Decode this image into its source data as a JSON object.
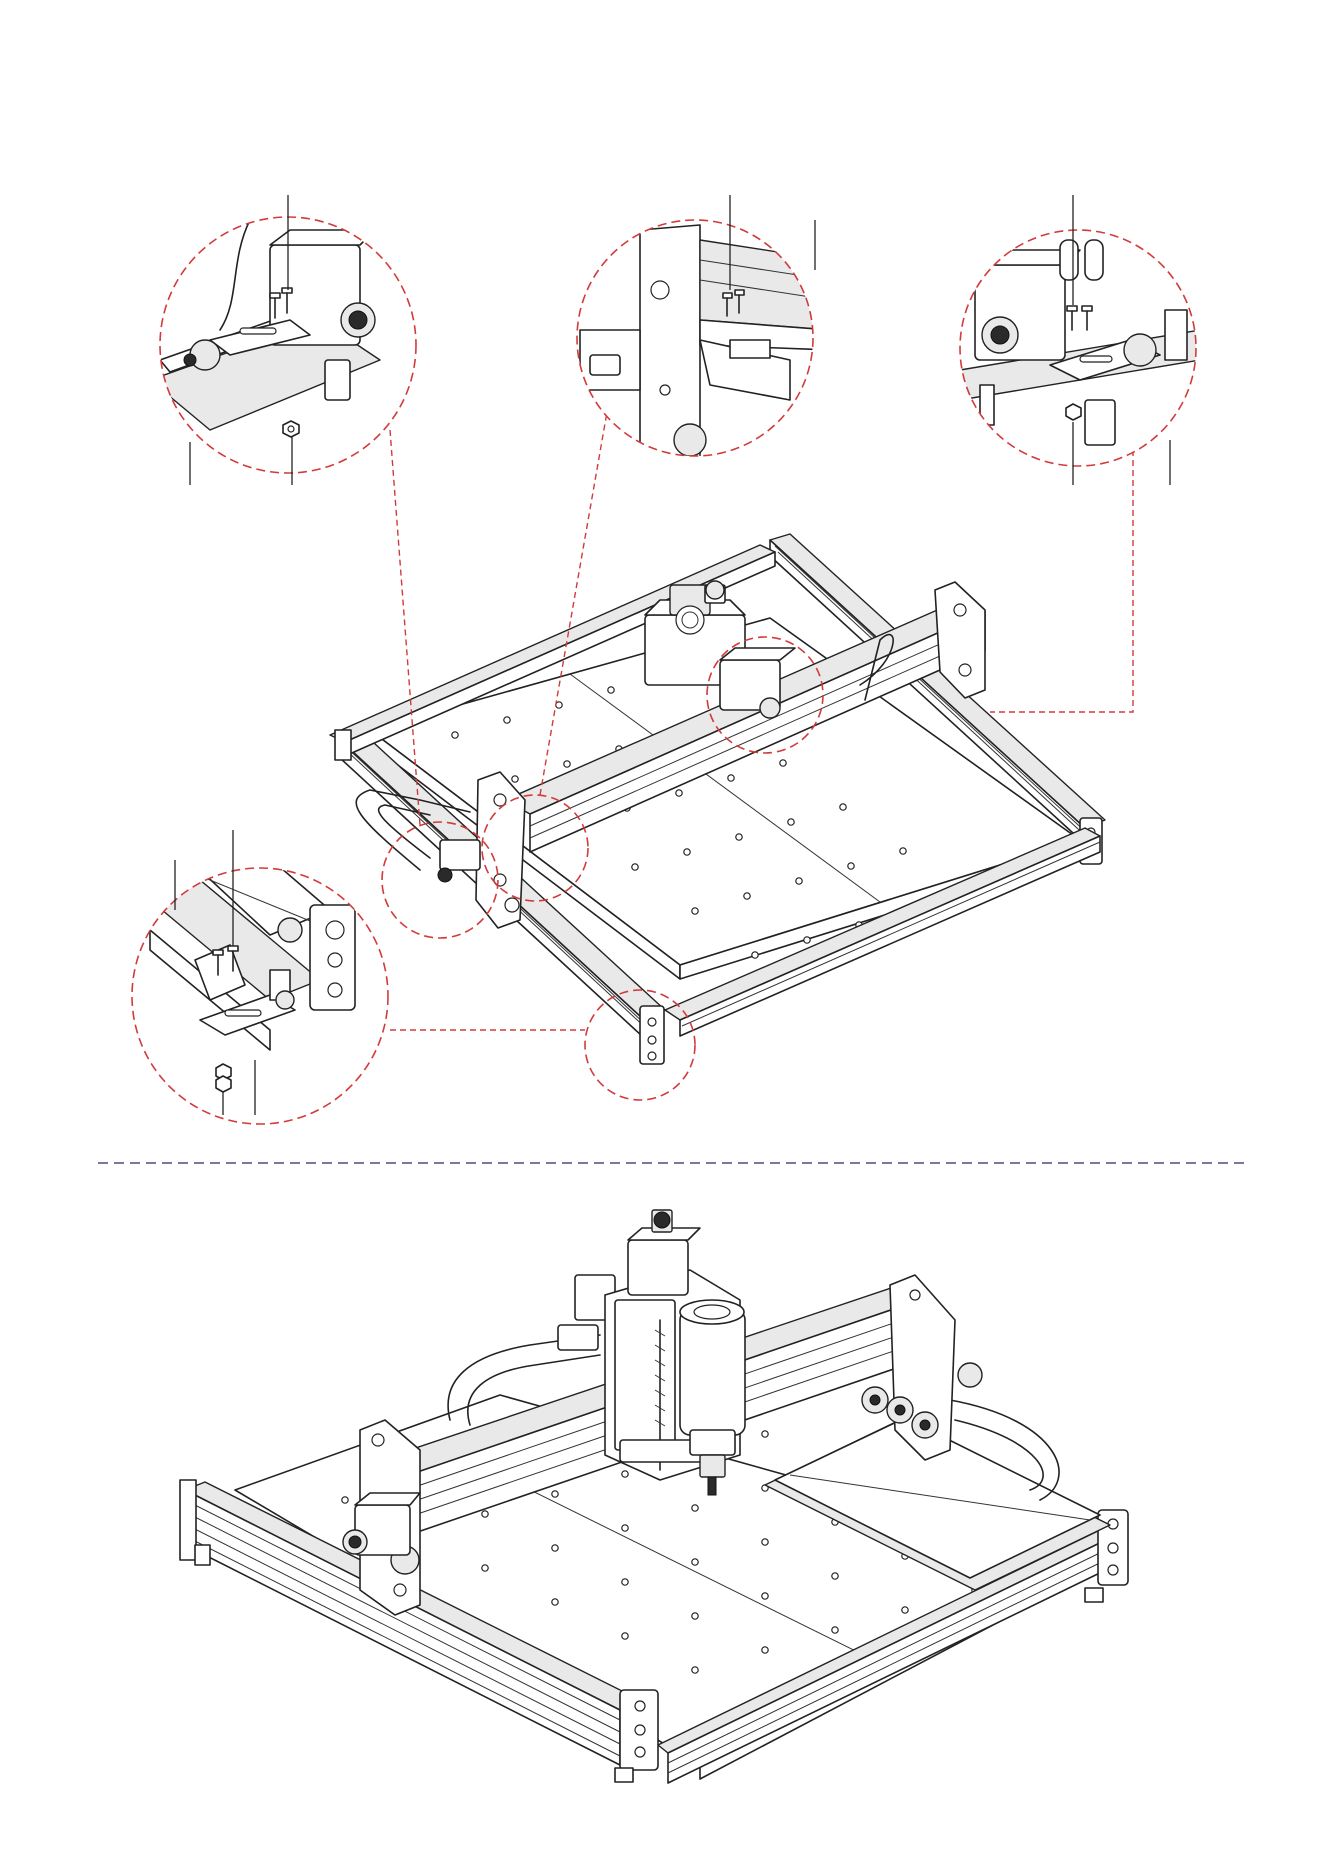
{
  "figure": {
    "sections": [
      "assembly-step-with-detail-callouts",
      "completed-machine-view"
    ],
    "detail_views": [
      {
        "id": "detail-top-left",
        "shows": "x-axis-limit-switch-left"
      },
      {
        "id": "detail-top-center",
        "shows": "gantry-end-plate-limit-switch"
      },
      {
        "id": "detail-top-right",
        "shows": "x-axis-limit-switch-right"
      },
      {
        "id": "detail-bottom-left",
        "shows": "y-axis-limit-switch-front"
      }
    ],
    "colors": {
      "line_art": "#222222",
      "callout_circle": "#d23b3b",
      "section_separator": "#4a4f7a",
      "background": "#ffffff"
    },
    "icons": [
      "cnc-router-icon",
      "stepper-motor-icon",
      "limit-switch-icon",
      "screw-icon",
      "nut-icon",
      "spindle-icon"
    ]
  }
}
